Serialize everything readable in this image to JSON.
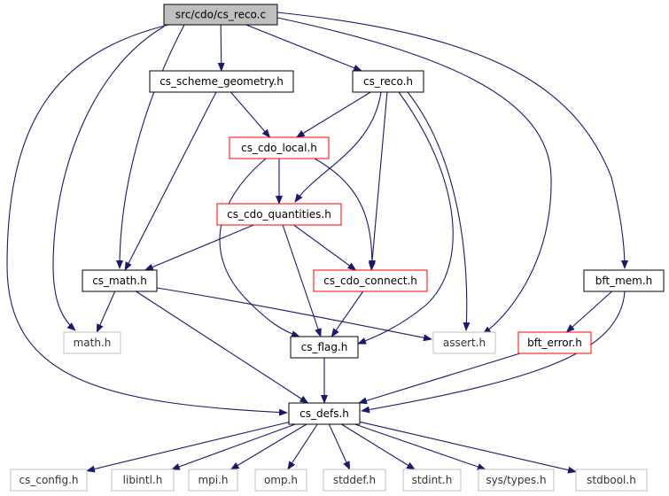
{
  "diagram": {
    "nodes": [
      {
        "id": "cs_reco_c",
        "label": "src/cdo/cs_reco.c",
        "style": "root"
      },
      {
        "id": "cs_scheme_geometry_h",
        "label": "cs_scheme_geometry.h",
        "style": "normal"
      },
      {
        "id": "cs_reco_h",
        "label": "cs_reco.h",
        "style": "normal"
      },
      {
        "id": "cs_cdo_local_h",
        "label": "cs_cdo_local.h",
        "style": "red"
      },
      {
        "id": "cs_cdo_quantities_h",
        "label": "cs_cdo_quantities.h",
        "style": "red"
      },
      {
        "id": "cs_math_h",
        "label": "cs_math.h",
        "style": "normal"
      },
      {
        "id": "cs_cdo_connect_h",
        "label": "cs_cdo_connect.h",
        "style": "red"
      },
      {
        "id": "bft_mem_h",
        "label": "bft_mem.h",
        "style": "normal"
      },
      {
        "id": "math_h",
        "label": "math.h",
        "style": "gray"
      },
      {
        "id": "cs_flag_h",
        "label": "cs_flag.h",
        "style": "normal"
      },
      {
        "id": "assert_h",
        "label": "assert.h",
        "style": "gray"
      },
      {
        "id": "bft_error_h",
        "label": "bft_error.h",
        "style": "red"
      },
      {
        "id": "cs_defs_h",
        "label": "cs_defs.h",
        "style": "normal"
      },
      {
        "id": "cs_config_h",
        "label": "cs_config.h",
        "style": "gray"
      },
      {
        "id": "libintl_h",
        "label": "libintl.h",
        "style": "gray"
      },
      {
        "id": "mpi_h",
        "label": "mpi.h",
        "style": "gray"
      },
      {
        "id": "omp_h",
        "label": "omp.h",
        "style": "gray"
      },
      {
        "id": "stddef_h",
        "label": "stddef.h",
        "style": "gray"
      },
      {
        "id": "stdint_h",
        "label": "stdint.h",
        "style": "gray"
      },
      {
        "id": "sys_types_h",
        "label": "sys/types.h",
        "style": "gray"
      },
      {
        "id": "stdbool_h",
        "label": "stdbool.h",
        "style": "gray"
      }
    ],
    "edges": [
      [
        "cs_reco_c",
        "cs_scheme_geometry_h"
      ],
      [
        "cs_reco_c",
        "cs_reco_h"
      ],
      [
        "cs_reco_c",
        "cs_math_h"
      ],
      [
        "cs_reco_c",
        "math_h"
      ],
      [
        "cs_reco_c",
        "assert_h"
      ],
      [
        "cs_reco_c",
        "bft_mem_h"
      ],
      [
        "cs_reco_c",
        "cs_defs_h"
      ],
      [
        "cs_scheme_geometry_h",
        "cs_cdo_local_h"
      ],
      [
        "cs_scheme_geometry_h",
        "cs_math_h"
      ],
      [
        "cs_reco_h",
        "cs_cdo_local_h"
      ],
      [
        "cs_reco_h",
        "cs_cdo_quantities_h"
      ],
      [
        "cs_reco_h",
        "cs_cdo_connect_h"
      ],
      [
        "cs_reco_h",
        "cs_flag_h"
      ],
      [
        "cs_reco_h",
        "assert_h"
      ],
      [
        "cs_cdo_local_h",
        "cs_cdo_quantities_h"
      ],
      [
        "cs_cdo_local_h",
        "cs_cdo_connect_h"
      ],
      [
        "cs_cdo_local_h",
        "cs_flag_h"
      ],
      [
        "cs_cdo_quantities_h",
        "cs_math_h"
      ],
      [
        "cs_cdo_quantities_h",
        "cs_cdo_connect_h"
      ],
      [
        "cs_cdo_quantities_h",
        "cs_flag_h"
      ],
      [
        "cs_cdo_connect_h",
        "cs_flag_h"
      ],
      [
        "cs_math_h",
        "math_h"
      ],
      [
        "cs_math_h",
        "assert_h"
      ],
      [
        "cs_math_h",
        "cs_defs_h"
      ],
      [
        "cs_flag_h",
        "cs_defs_h"
      ],
      [
        "bft_mem_h",
        "bft_error_h"
      ],
      [
        "bft_mem_h",
        "cs_defs_h"
      ],
      [
        "bft_error_h",
        "cs_defs_h"
      ],
      [
        "cs_defs_h",
        "cs_config_h"
      ],
      [
        "cs_defs_h",
        "libintl_h"
      ],
      [
        "cs_defs_h",
        "mpi_h"
      ],
      [
        "cs_defs_h",
        "omp_h"
      ],
      [
        "cs_defs_h",
        "stddef_h"
      ],
      [
        "cs_defs_h",
        "stdint_h"
      ],
      [
        "cs_defs_h",
        "sys_types_h"
      ],
      [
        "cs_defs_h",
        "stdbool_h"
      ]
    ],
    "colors": {
      "edge": "#191970",
      "root_fill": "#bfbfbf",
      "normal_border": "#000000",
      "red_border": "#ff0000",
      "gray_border": "#bfbfbf"
    }
  }
}
